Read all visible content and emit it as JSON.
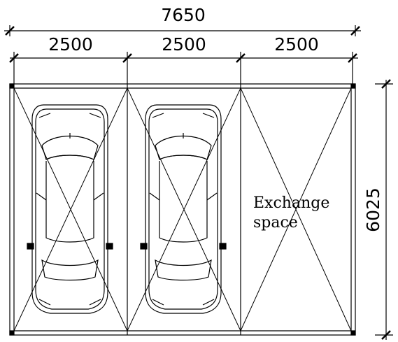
{
  "dimensions": {
    "overall_width": "7650",
    "bay_widths": [
      "2500",
      "2500",
      "2500"
    ],
    "depth": "6025"
  },
  "exchange_label": {
    "line1": "Exchange",
    "line2": "space"
  },
  "bays": [
    {
      "contents": "car"
    },
    {
      "contents": "car"
    },
    {
      "contents": "exchange"
    }
  ]
}
